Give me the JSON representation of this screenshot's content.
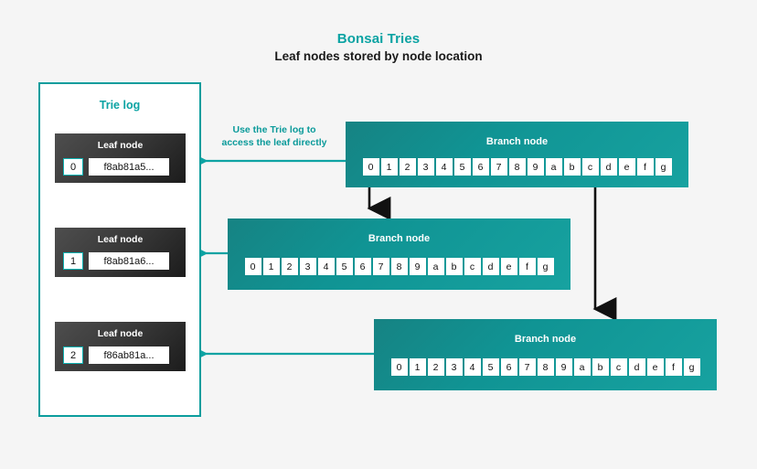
{
  "header": {
    "title": "Bonsai Tries",
    "subtitle": "Leaf nodes stored by node location"
  },
  "trie_log": {
    "title": "Trie log",
    "leaf_nodes": [
      {
        "label": "Leaf node",
        "index": "0",
        "hash": "f8ab81a5..."
      },
      {
        "label": "Leaf node",
        "index": "1",
        "hash": "f8ab81a6..."
      },
      {
        "label": "Leaf node",
        "index": "2",
        "hash": "f86ab81a..."
      }
    ]
  },
  "annotation": {
    "line1": "Use the Trie log to",
    "line2": "access the leaf directly"
  },
  "branch_nodes": [
    {
      "label": "Branch node",
      "cells": [
        "0",
        "1",
        "2",
        "3",
        "4",
        "5",
        "6",
        "7",
        "8",
        "9",
        "a",
        "b",
        "c",
        "d",
        "e",
        "f",
        "g"
      ]
    },
    {
      "label": "Branch node",
      "cells": [
        "0",
        "1",
        "2",
        "3",
        "4",
        "5",
        "6",
        "7",
        "8",
        "9",
        "a",
        "b",
        "c",
        "d",
        "e",
        "f",
        "g"
      ]
    },
    {
      "label": "Branch node",
      "cells": [
        "0",
        "1",
        "2",
        "3",
        "4",
        "5",
        "6",
        "7",
        "8",
        "9",
        "a",
        "b",
        "c",
        "d",
        "e",
        "f",
        "g"
      ]
    }
  ],
  "colors": {
    "accent_teal": "#0aa3a3",
    "branch_teal": "#109494",
    "leaf_dark": "#2b2b2b",
    "connector_black": "#111111",
    "background": "#f5f5f5"
  }
}
